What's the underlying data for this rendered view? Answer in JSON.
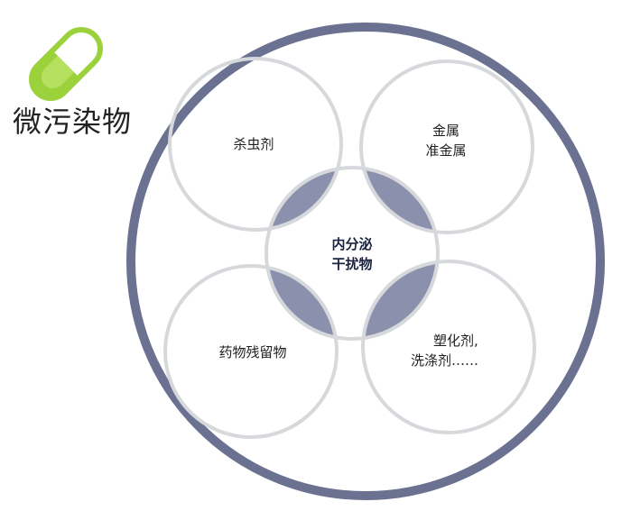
{
  "title": "微污染物",
  "colors": {
    "outer_ring": "#6b7191",
    "small_circle": "#d6d8dc",
    "overlap_fill": "#8b91ac",
    "pill_green": "#9bd13b",
    "pill_dark": "#7fb52a"
  },
  "icon": "pill-capsule-icon",
  "circles": {
    "top_left": {
      "lines": [
        "杀虫剂"
      ]
    },
    "top_right": {
      "lines": [
        "金属",
        "准金属"
      ]
    },
    "center": {
      "lines": [
        "内分泌",
        "干扰物"
      ]
    },
    "bottom_left": {
      "lines": [
        "药物残留物"
      ]
    },
    "bottom_right": {
      "lines": [
        "塑化剂,",
        "洗涤剂……"
      ]
    }
  }
}
